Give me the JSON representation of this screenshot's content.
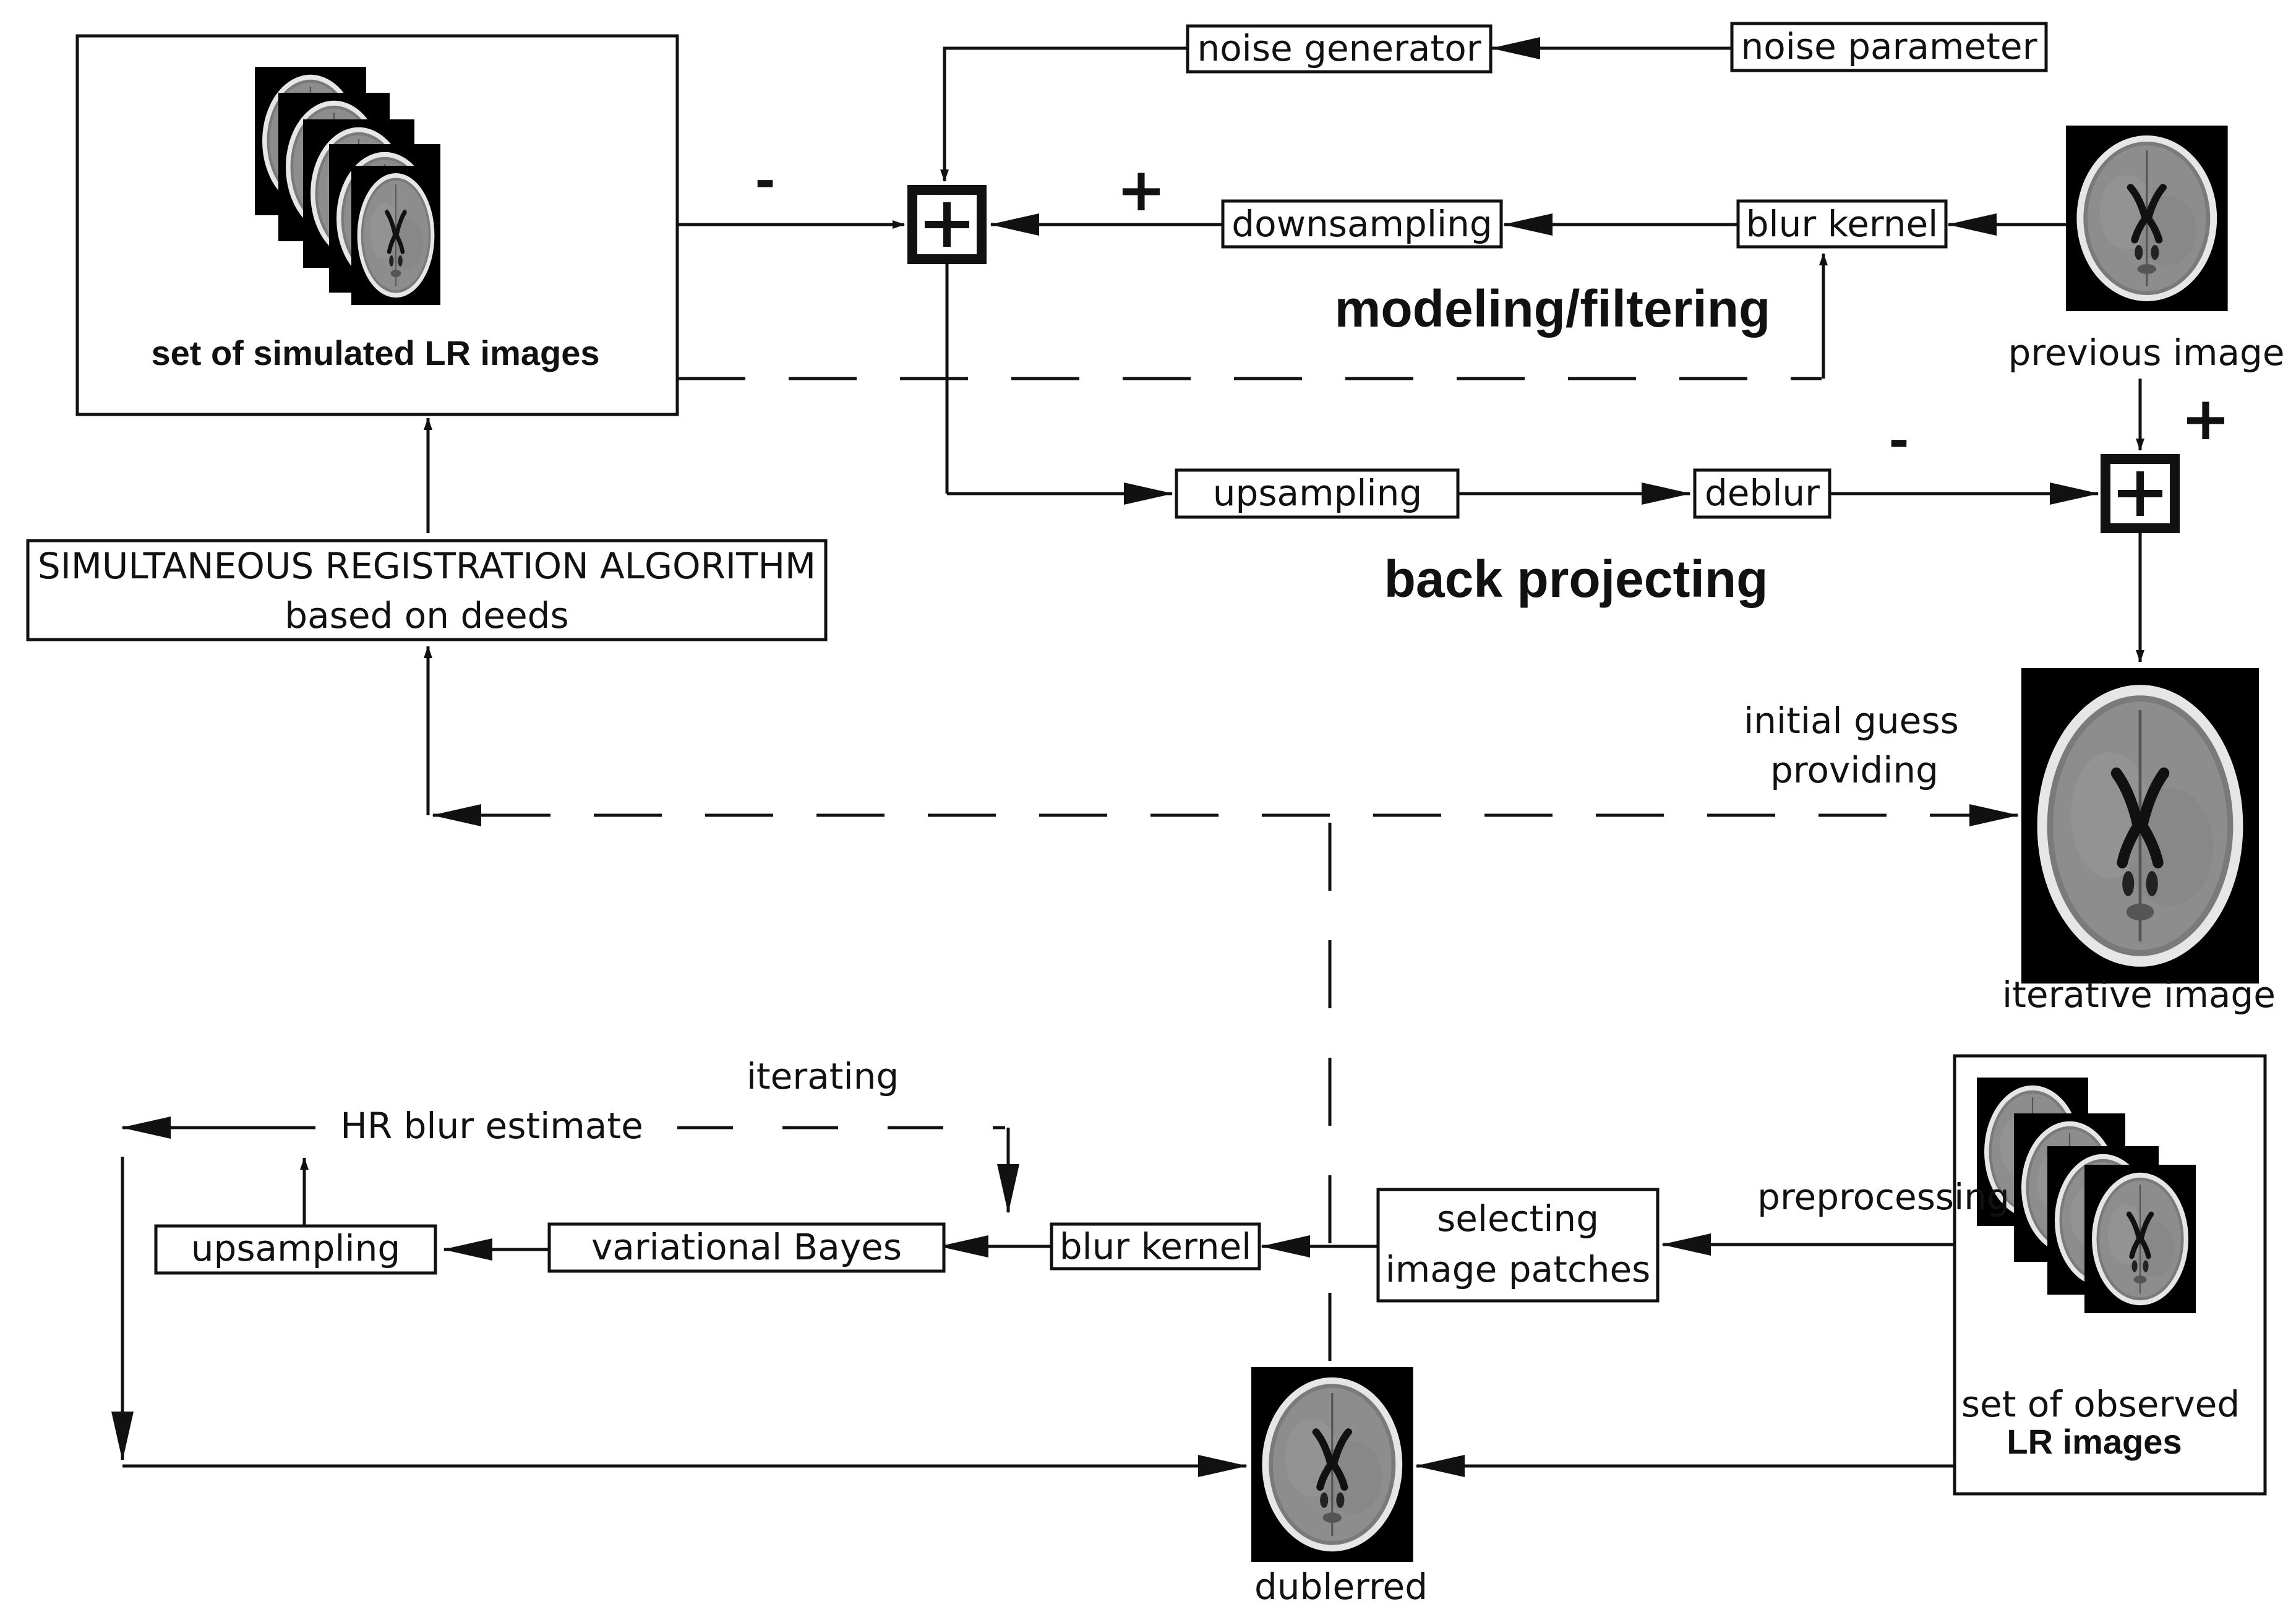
{
  "diagram": {
    "top_left_box": {
      "caption": "set of simulated LR images"
    },
    "registration": {
      "line1": "SIMULTANEOUS REGISTRATION ALGORITHM",
      "line2": "based on deeds"
    },
    "noise_generator": "noise generator",
    "noise_parameter": "noise parameter",
    "downsampling": "downsampling",
    "blur_kernel_top": "blur kernel",
    "modeling_title": "modeling/filtering",
    "previous_image": "previous image",
    "upsampling_top": "upsampling",
    "deblur": "deblur",
    "back_projecting_title": "back projecting",
    "initial_guess": {
      "line1": "initial guess",
      "line2": "providing"
    },
    "iterative_image": "iterative image",
    "hr_blur_estimate": "HR blur estimate",
    "iterating": "iterating",
    "upsampling_bottom": "upsampling",
    "variational_bayes": "variational Bayes",
    "blur_kernel_bottom": "blur kernel",
    "selecting_patches": {
      "line1": "selecting",
      "line2": "image patches"
    },
    "preprocessing": "preprocessing",
    "observed_box": {
      "line1": "set of observed",
      "line2": "LR images"
    },
    "dublerred": "dublerred",
    "signs": {
      "minus_left": "-",
      "plus_top": "+",
      "minus_right": "-",
      "plus_right": "+"
    }
  }
}
